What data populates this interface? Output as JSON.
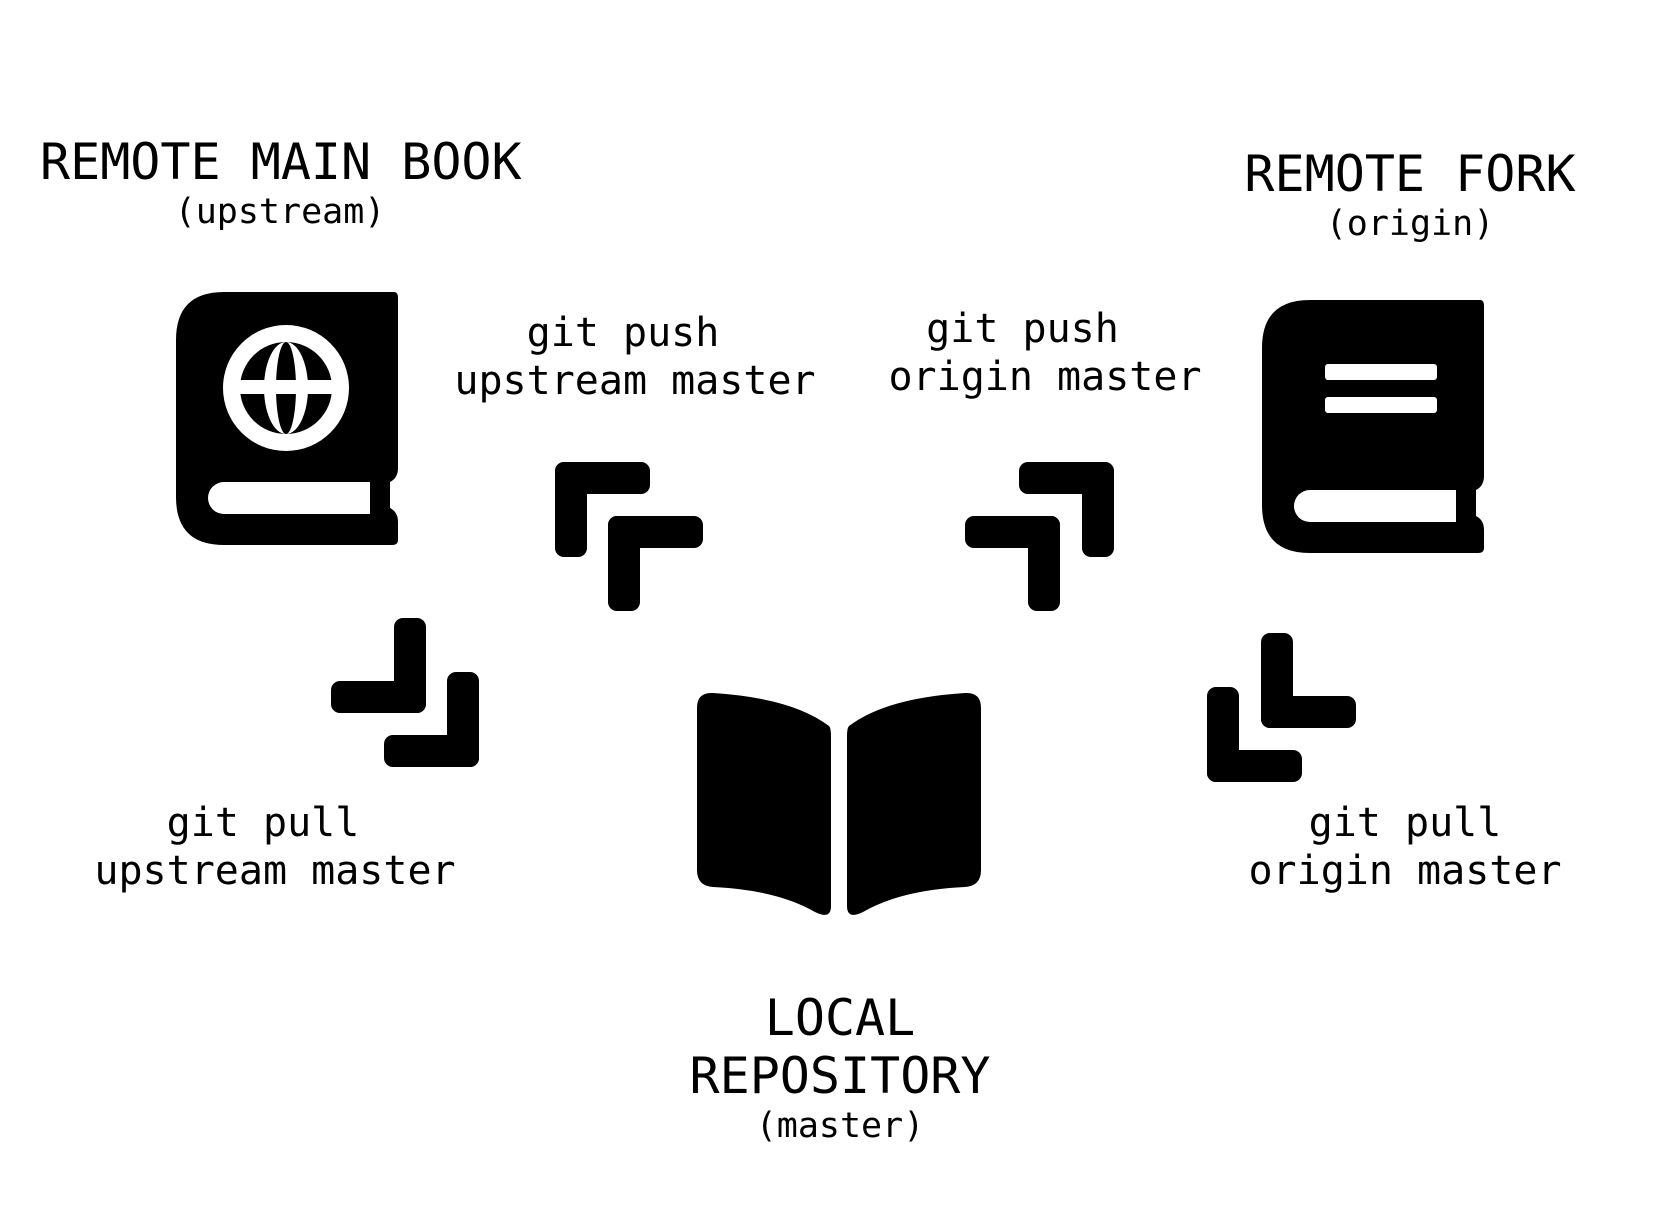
{
  "upstream": {
    "title": "REMOTE MAIN BOOK",
    "subtitle": "(upstream)",
    "icon": "globe-book-icon"
  },
  "origin": {
    "title": "REMOTE FORK",
    "subtitle": "(origin)",
    "icon": "book-icon"
  },
  "local": {
    "title_line1": "LOCAL",
    "title_line2": "REPOSITORY",
    "subtitle": "(master)",
    "icon": "open-book-icon"
  },
  "commands": {
    "push_upstream": {
      "line1": "git push",
      "line2": "upstream master"
    },
    "push_origin": {
      "line1": "git push",
      "line2": "origin master"
    },
    "pull_upstream": {
      "line1": "git pull",
      "line2": "upstream master"
    },
    "pull_origin": {
      "line1": "git pull",
      "line2": "origin master"
    }
  },
  "arrows": [
    "arrow-up-left-icon",
    "arrow-up-right-icon",
    "arrow-down-right-icon",
    "arrow-down-left-icon"
  ],
  "colors": {
    "foreground": "#000000",
    "background": "#ffffff"
  }
}
